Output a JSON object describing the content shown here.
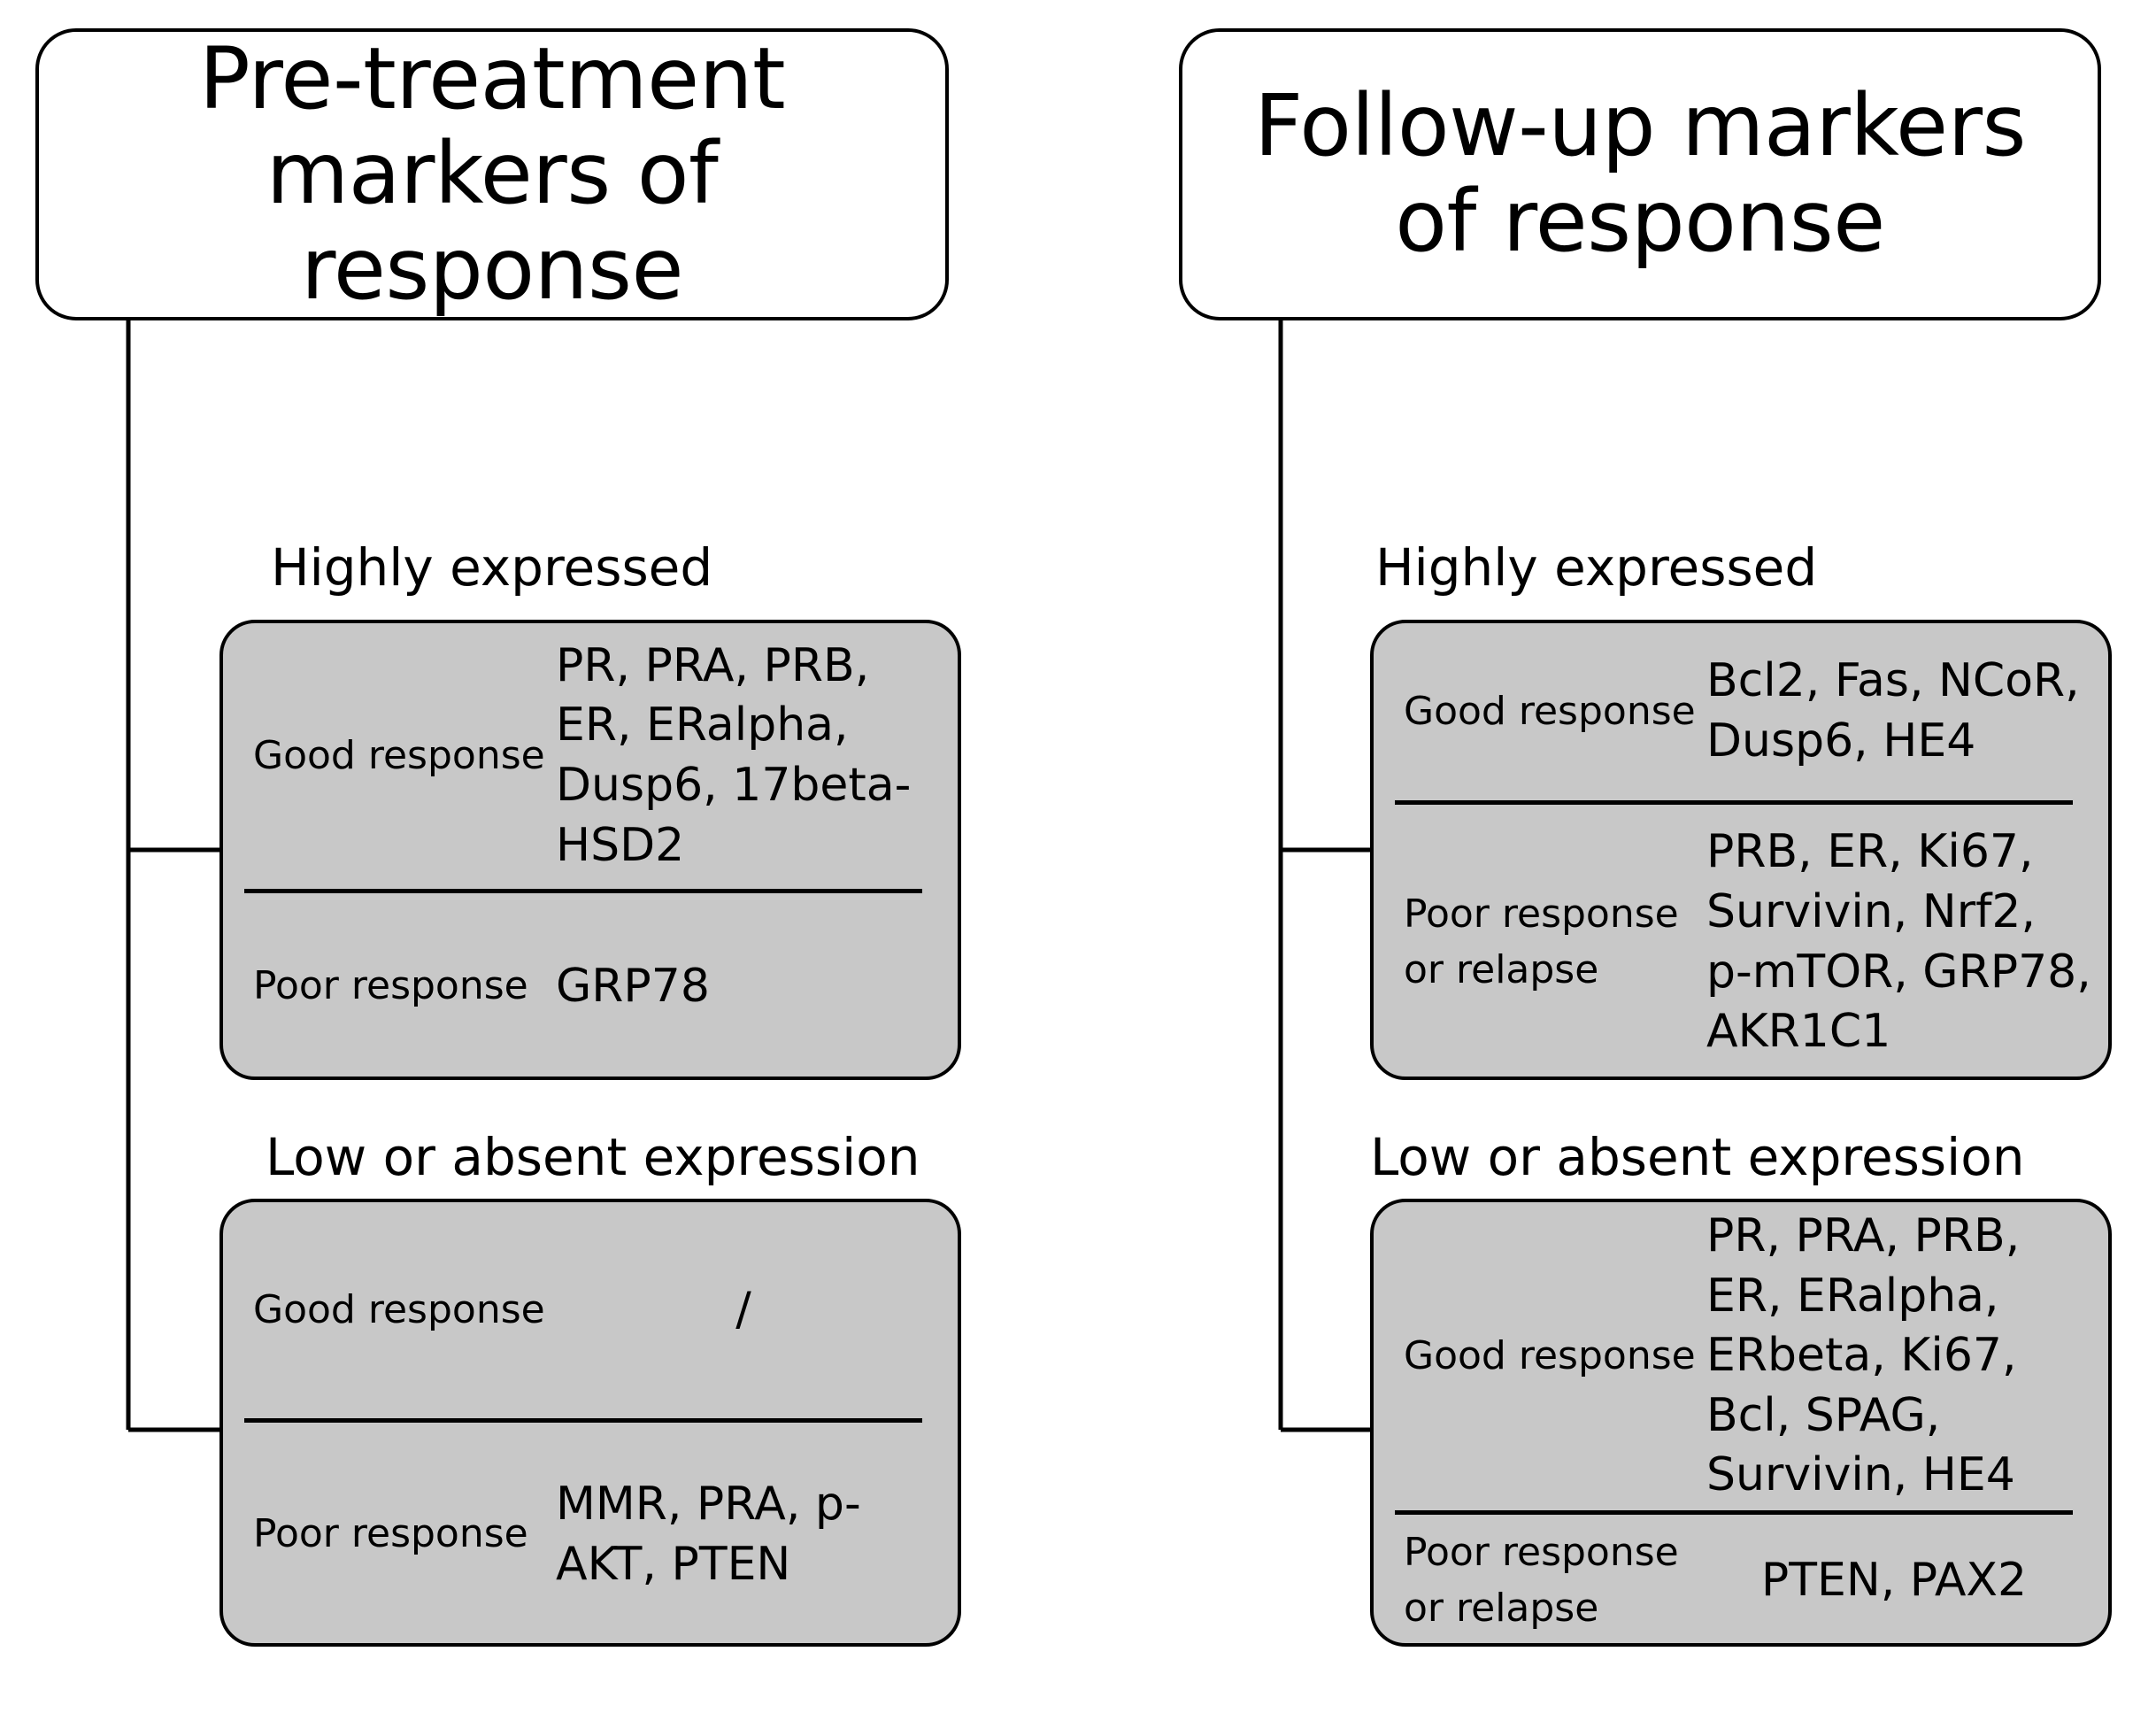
{
  "figure": {
    "type": "flow-diagram",
    "background_color": "#FFFFFF",
    "box_fill_color": "#C8C8C8",
    "line_color": "#000000"
  },
  "columns": [
    {
      "id": "pre-treatment",
      "title": "Pre-treatment markers of response",
      "sections": [
        {
          "id": "highly-expressed",
          "caption": "Highly expressed",
          "rows": [
            {
              "label": "Good response",
              "value": "PR, PRA, PRB, ER, ERalpha, Dusp6, 17beta-HSD2"
            },
            {
              "label": "Poor response",
              "value": "GRP78"
            }
          ]
        },
        {
          "id": "low-or-absent",
          "caption": "Low or absent expression",
          "rows": [
            {
              "label": "Good response",
              "value": "/"
            },
            {
              "label": "Poor response",
              "value": "MMR, PRA, p-AKT, PTEN"
            }
          ]
        }
      ]
    },
    {
      "id": "follow-up",
      "title": "Follow-up markers of response",
      "sections": [
        {
          "id": "highly-expressed",
          "caption": "Highly expressed",
          "rows": [
            {
              "label": "Good response",
              "value": "Bcl2, Fas, NCoR, Dusp6, HE4"
            },
            {
              "label": "Poor response or relapse",
              "value": "PRB, ER, Ki67, Survivin, Nrf2, p-mTOR, GRP78, AKR1C1"
            }
          ]
        },
        {
          "id": "low-or-absent",
          "caption": "Low or absent expression",
          "rows": [
            {
              "label": "Good response",
              "value": "PR, PRA, PRB, ER, ERalpha, ERbeta, Ki67, Bcl, SPAG, Survivin, HE4"
            },
            {
              "label": "Poor response or relapse",
              "value": "PTEN, PAX2"
            }
          ]
        }
      ]
    }
  ]
}
